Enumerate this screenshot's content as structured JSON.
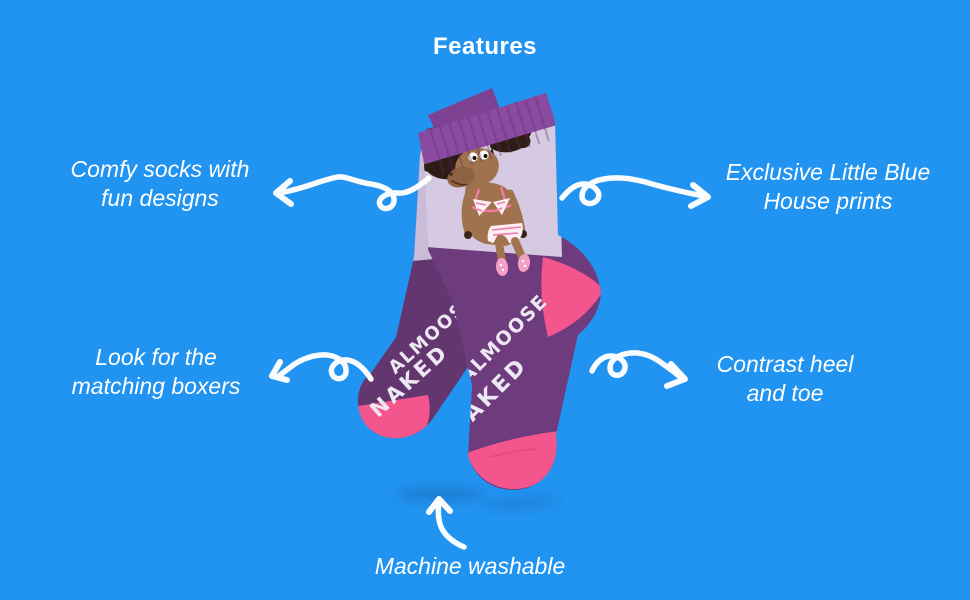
{
  "title": "Features",
  "callouts": {
    "top_left": {
      "line1": "Comfy socks with",
      "line2": "fun designs"
    },
    "top_right": {
      "line1": "Exclusive Little Blue",
      "line2": "House prints"
    },
    "bottom_left": {
      "line1": "Look for the",
      "line2": "matching boxers"
    },
    "bottom_right": {
      "line1": "Contrast heel",
      "line2": "and toe"
    },
    "bottom_center": {
      "line1": "Machine washable"
    }
  },
  "product": {
    "sock_text_line1": "ALMOOSE",
    "sock_text_line2": "NAKED"
  },
  "colors": {
    "background_blue": "#2193f0",
    "annotation_white": "#ffffff",
    "sock_purple": "#6e3c7c",
    "cuff_purple": "#8a4aa0",
    "panel_lavender": "#d6c9e2",
    "accent_pink": "#f3558d",
    "moose_brown": "#a0724d"
  }
}
